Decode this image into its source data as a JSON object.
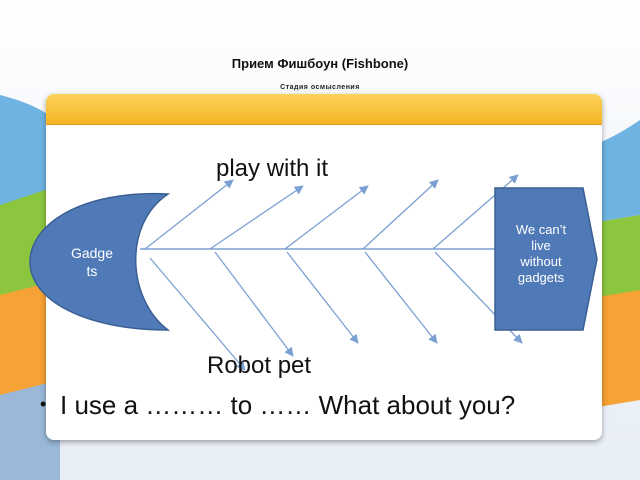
{
  "slide": {
    "title": "Прием Фишбоун (Fishbone)",
    "subtitle": "Стадия осмысления"
  },
  "diagram": {
    "head_label": "Gadgets",
    "head_label_line1": "Gadge",
    "head_label_line2": "ts",
    "tail_label": "We can’t live without gadgets",
    "tail_line1": "We can’t",
    "tail_line2": "live",
    "tail_line3": "without",
    "tail_line4": "gadgets",
    "top_label": "play with it",
    "bottom_label": "Robot pet"
  },
  "bullet": {
    "text": "I use a ……… to …… What about you?"
  },
  "colors": {
    "shape_fill": "#4f7ab7",
    "shape_stroke": "#3b5f92",
    "bone_line": "#7ba0d4",
    "header_bar": "#f7bd2e"
  }
}
